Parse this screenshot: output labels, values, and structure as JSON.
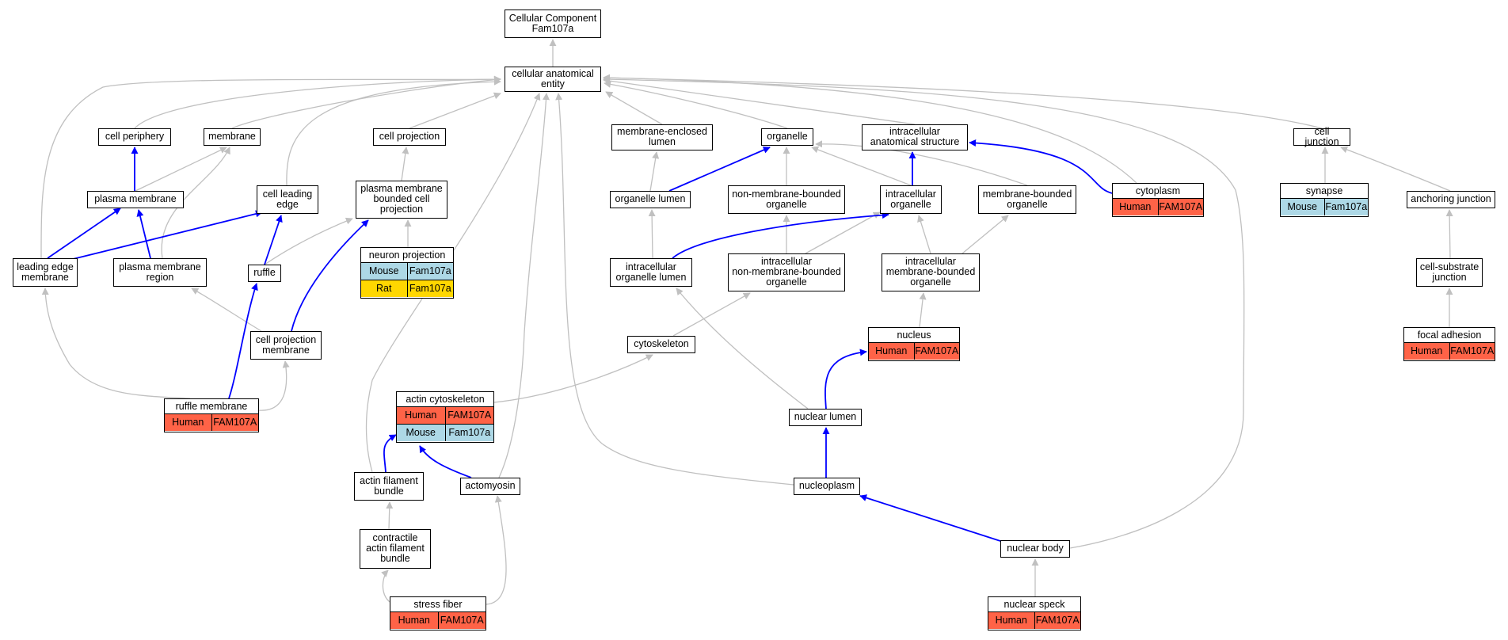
{
  "colors": {
    "edge_is_a": "#c0c0c0",
    "edge_part_of": "#0000ff",
    "human": "#ff6347",
    "mouse": "#add8e6",
    "rat": "#ffd700"
  },
  "nodes": {
    "root": {
      "label": "Cellular Component\nFam107a"
    },
    "cae": {
      "label": "cellular anatomical\nentity"
    },
    "cell_periphery": {
      "label": "cell periphery"
    },
    "membrane": {
      "label": "membrane"
    },
    "cell_projection": {
      "label": "cell projection"
    },
    "mem_lumen": {
      "label": "membrane-enclosed\nlumen"
    },
    "organelle": {
      "label": "organelle"
    },
    "ias": {
      "label": "intracellular\nanatomical structure"
    },
    "cell_junction": {
      "label": "cell junction"
    },
    "plasma_membrane": {
      "label": "plasma membrane"
    },
    "cell_leading_edge": {
      "label": "cell leading\nedge"
    },
    "pm_bounded_proj": {
      "label": "plasma membrane\nbounded cell\nprojection"
    },
    "organelle_lumen": {
      "label": "organelle lumen"
    },
    "nmb_organelle": {
      "label": "non-membrane-bounded\norganelle"
    },
    "ic_organelle": {
      "label": "intracellular\norganelle"
    },
    "mb_organelle": {
      "label": "membrane-bounded\norganelle"
    },
    "cytoplasm": {
      "label": "cytoplasm",
      "rows": [
        {
          "species": "Human",
          "gene": "FAM107A",
          "kind": "human"
        }
      ]
    },
    "synapse": {
      "label": "synapse",
      "rows": [
        {
          "species": "Mouse",
          "gene": "Fam107a",
          "kind": "mouse"
        }
      ]
    },
    "anchoring_junction": {
      "label": "anchoring junction"
    },
    "leading_edge_membrane": {
      "label": "leading edge\nmembrane"
    },
    "pm_region": {
      "label": "plasma membrane\nregion"
    },
    "ruffle": {
      "label": "ruffle"
    },
    "neuron_projection": {
      "label": "neuron projection",
      "rows": [
        {
          "species": "Mouse",
          "gene": "Fam107a",
          "kind": "mouse"
        },
        {
          "species": "Rat",
          "gene": "Fam107a",
          "kind": "rat"
        }
      ]
    },
    "ic_organelle_lumen": {
      "label": "intracellular\norganelle lumen"
    },
    "ic_nmb_organelle": {
      "label": "intracellular\nnon-membrane-bounded\norganelle"
    },
    "ic_mb_organelle": {
      "label": "intracellular\nmembrane-bounded\norganelle"
    },
    "cell_substrate_junction": {
      "label": "cell-substrate\njunction"
    },
    "cell_projection_membrane": {
      "label": "cell projection\nmembrane"
    },
    "cytoskeleton": {
      "label": "cytoskeleton"
    },
    "nucleus": {
      "label": "nucleus",
      "rows": [
        {
          "species": "Human",
          "gene": "FAM107A",
          "kind": "human"
        }
      ]
    },
    "focal_adhesion": {
      "label": "focal adhesion",
      "rows": [
        {
          "species": "Human",
          "gene": "FAM107A",
          "kind": "human"
        }
      ]
    },
    "ruffle_membrane": {
      "label": "ruffle membrane",
      "rows": [
        {
          "species": "Human",
          "gene": "FAM107A",
          "kind": "human"
        }
      ]
    },
    "actin_cytoskeleton": {
      "label": "actin cytoskeleton",
      "rows": [
        {
          "species": "Human",
          "gene": "FAM107A",
          "kind": "human"
        },
        {
          "species": "Mouse",
          "gene": "Fam107a",
          "kind": "mouse"
        }
      ]
    },
    "nuclear_lumen": {
      "label": "nuclear lumen"
    },
    "actin_filament_bundle": {
      "label": "actin filament\nbundle"
    },
    "actomyosin": {
      "label": "actomyosin"
    },
    "nucleoplasm": {
      "label": "nucleoplasm"
    },
    "contractile_afb": {
      "label": "contractile\nactin filament\nbundle"
    },
    "nuclear_body": {
      "label": "nuclear body"
    },
    "stress_fiber": {
      "label": "stress fiber",
      "rows": [
        {
          "species": "Human",
          "gene": "FAM107A",
          "kind": "human"
        }
      ]
    },
    "nuclear_speck": {
      "label": "nuclear speck",
      "rows": [
        {
          "species": "Human",
          "gene": "FAM107A",
          "kind": "human"
        }
      ]
    }
  }
}
